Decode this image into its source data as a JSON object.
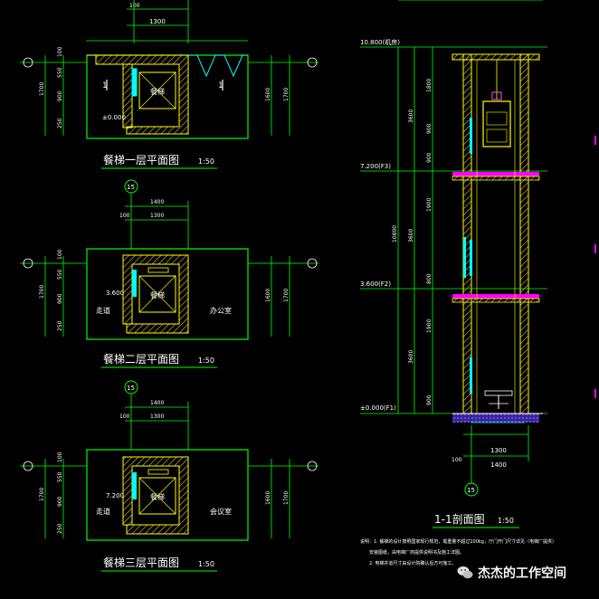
{
  "plan1": {
    "title": "餐梯一层平面图",
    "scale": "1:50",
    "dim_top_a": "100",
    "dim_top_b": "1300",
    "dims_left": [
      "100",
      "550",
      "1700",
      "900",
      "250"
    ],
    "dims_right": [
      "1600",
      "1700"
    ],
    "elev": "±0.000",
    "car": "餐梯",
    "sec": "1"
  },
  "plan2": {
    "title": "餐梯二层平面图",
    "scale": "1:50",
    "axis": "15",
    "dim_top_a": "1400",
    "dim_top_b": "100",
    "dim_top_c": "1300",
    "dims_left": [
      "100",
      "550",
      "1700",
      "900",
      "250"
    ],
    "dims_right": [
      "1600",
      "1700"
    ],
    "elev": "3.600",
    "car": "餐梯",
    "left_room": "走道",
    "right_room": "办公室"
  },
  "plan3": {
    "title": "餐梯三层平面图",
    "scale": "1:50",
    "axis": "15",
    "dim_top_a": "1400",
    "dim_top_b": "100",
    "dim_top_c": "1300",
    "dims_left": [
      "100",
      "550",
      "1700",
      "900",
      "250"
    ],
    "dims_right": [
      "1600",
      "1700"
    ],
    "elev": "7.200",
    "car": "餐梯",
    "left_room": "走道",
    "right_room": "会议室"
  },
  "section": {
    "title": "1-1剖面图",
    "scale": "1:50",
    "levels": [
      "10.800(机房)",
      "7.200(F3)",
      "3.600(F2)",
      "±0.000(F1)"
    ],
    "dims_outer": [
      "3600",
      "3600",
      "10800",
      "3600"
    ],
    "dims_inner": [
      "1800",
      "900",
      "900",
      "1900",
      "800",
      "1900",
      "900"
    ],
    "dims_bottom": [
      "1300",
      "1400",
      "100"
    ],
    "axis": "15"
  },
  "notes": {
    "line1": "说明：1. 餐梯的设计按照国家现行规范，载重量不超过100kg，厅门开门尺寸详见（电梯厂提供）",
    "line2": "安装图纸，由电梯厂商提供说明书及施工详图。",
    "line3": "2. 电梯井道尺寸由设计院确认后方可施工。"
  },
  "watermark": {
    "text": "杰杰的工作空间",
    "icon": "wechat-icon"
  },
  "colors": {
    "line": "#00ff00",
    "wall": "#ffff00",
    "glass": "#00ffff",
    "dim": "#00ff00",
    "slab": "#ff00ff"
  }
}
